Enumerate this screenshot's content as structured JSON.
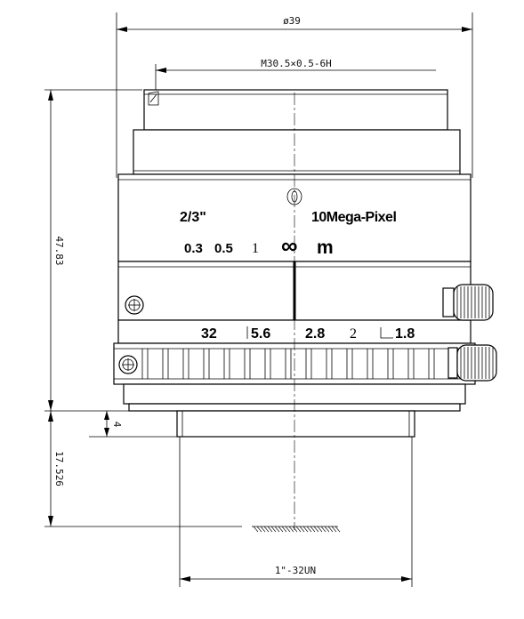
{
  "dimensions": {
    "outer_diameter": "ø39",
    "front_thread": "M30.5×0.5-6H",
    "overall_length": "47.83",
    "flange_step": "4",
    "back_focal": "17.526",
    "mount_thread": "1\"-32UN"
  },
  "engravings": {
    "format": "2/3\"",
    "resolution": "10Mega-Pixel",
    "focus_scale": [
      "0.3",
      "0.5",
      "1",
      "∞",
      "m"
    ],
    "aperture_scale": [
      "32",
      "5.6",
      "2.8",
      "2",
      "1.8"
    ]
  }
}
